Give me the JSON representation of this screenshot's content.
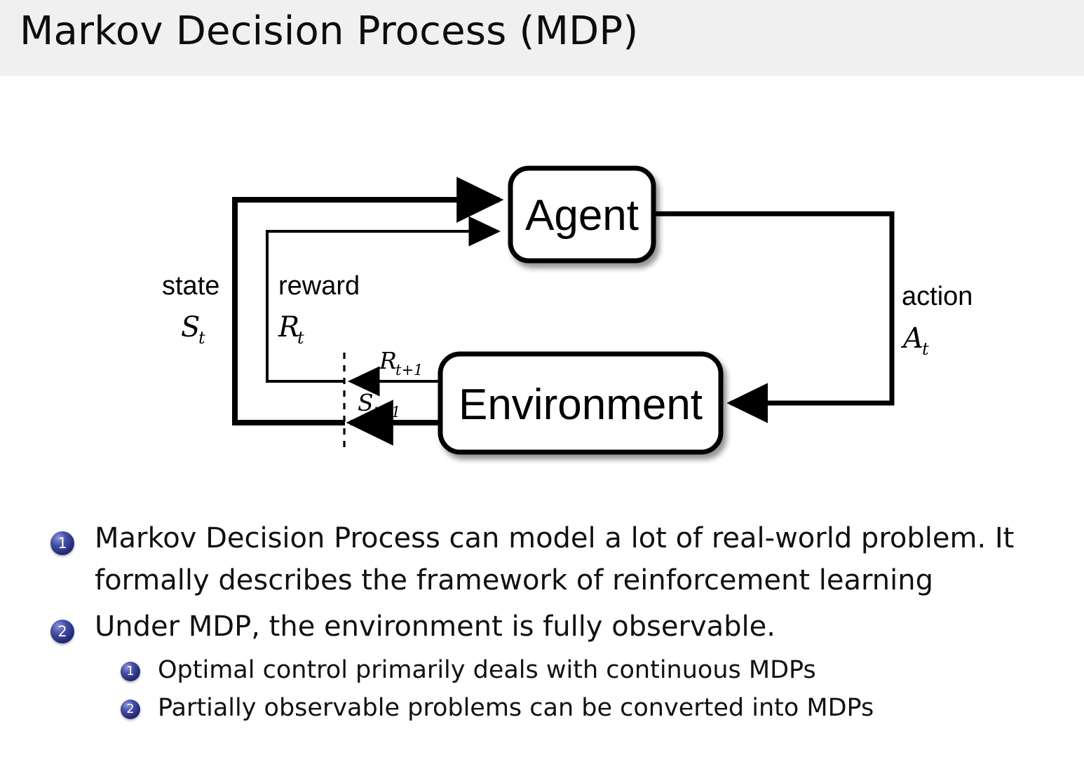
{
  "header": {
    "title": "Markov Decision Process (MDP)",
    "background": "#f0f0f0"
  },
  "diagram": {
    "name": "agent-environment-interaction-loop",
    "nodes": [
      {
        "id": "agent",
        "label": "Agent"
      },
      {
        "id": "environment",
        "label": "Environment"
      }
    ],
    "labels": {
      "state_word": "state",
      "state_symbol": "S",
      "state_sub": "t",
      "reward_word": "reward",
      "reward_symbol": "R",
      "reward_sub": "t",
      "action_word": "action",
      "action_symbol": "A",
      "action_sub": "t",
      "reward_next_symbol": "R",
      "reward_next_sub": "t+1",
      "state_next_symbol": "S",
      "state_next_sub": "t+1"
    },
    "colors": {
      "stroke": "#000000",
      "fill": "#ffffff",
      "shadow": "rgba(0,0,0,0.35)"
    }
  },
  "bullets": {
    "accent": "#272f7e",
    "items": [
      {
        "marker": "1",
        "level": 1,
        "text": "Markov Decision Process can model a lot of real-world problem. It formally describes the framework of reinforcement learning"
      },
      {
        "marker": "2",
        "level": 1,
        "text": "Under MDP, the environment is fully observable."
      },
      {
        "marker": "1",
        "level": 2,
        "text": "Optimal control primarily deals with continuous MDPs"
      },
      {
        "marker": "2",
        "level": 2,
        "text": "Partially observable problems can be converted into MDPs"
      }
    ]
  }
}
